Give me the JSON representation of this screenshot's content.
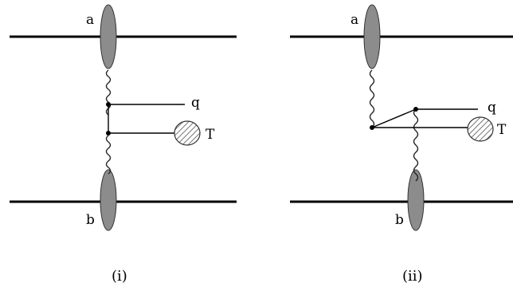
{
  "panels": [
    {
      "caption": "(i)",
      "labels": {
        "top_beam": "a",
        "bottom_beam": "b",
        "quark": "q",
        "target": "T"
      }
    },
    {
      "caption": "(ii)",
      "labels": {
        "top_beam": "a",
        "bottom_beam": "b",
        "quark": "q",
        "target": "T"
      }
    }
  ],
  "colors": {
    "beam_line": "#000000",
    "blob_fill": "#8c8c8c",
    "blob_stroke": "#333333",
    "hatch": "#555555"
  }
}
